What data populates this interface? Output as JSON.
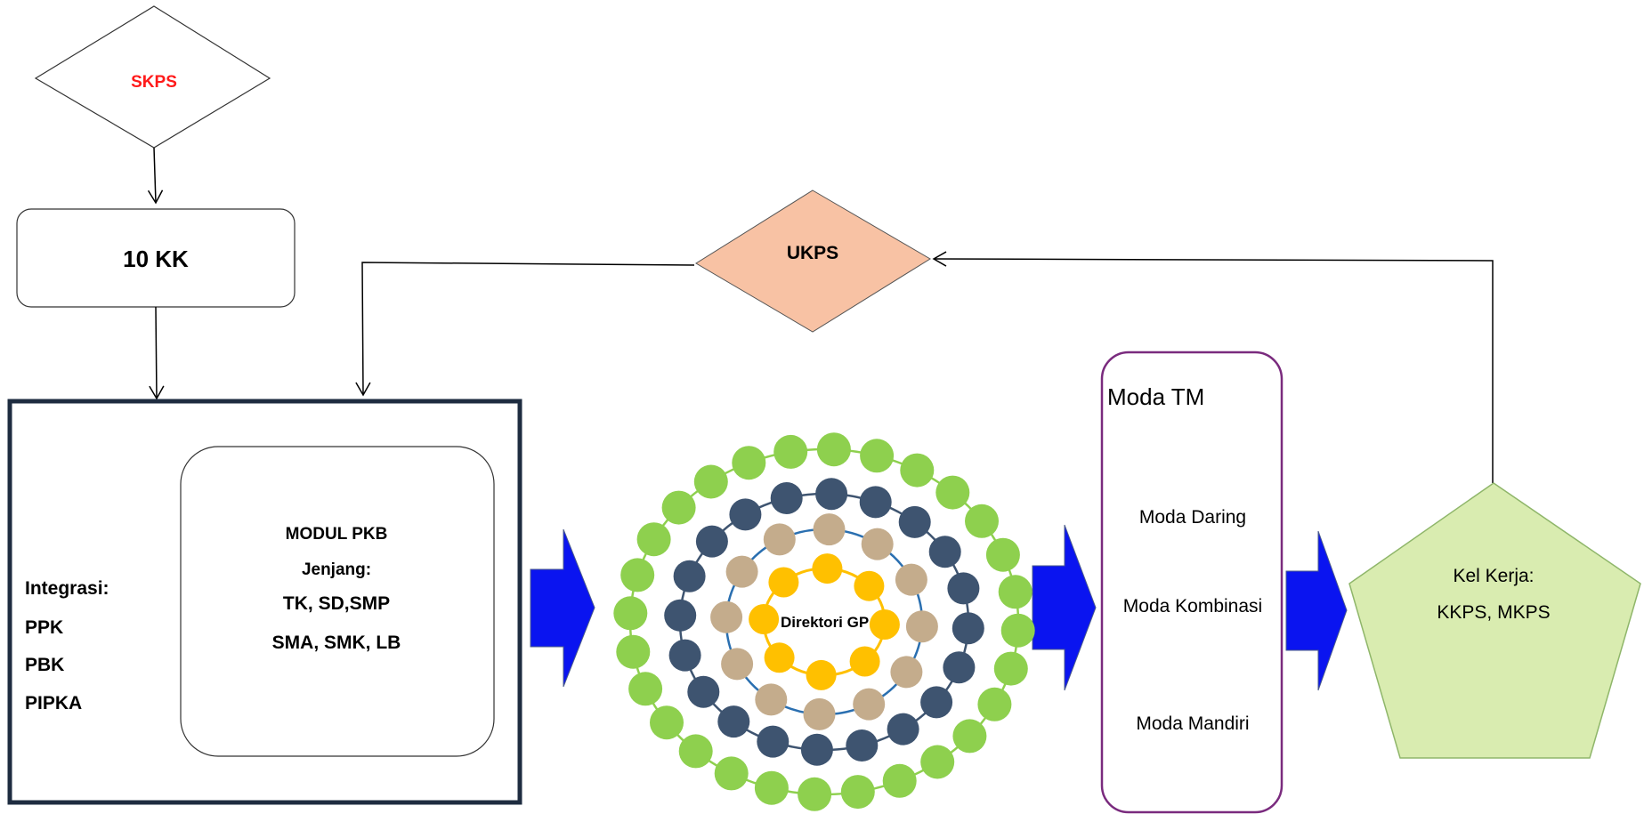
{
  "skps": {
    "label": "SKPS",
    "color": "#ff1a1a"
  },
  "kk": {
    "label": "10 KK"
  },
  "ukps": {
    "label": "UKPS",
    "fill": "#f8c2a4"
  },
  "integrasi": {
    "heading": "Integrasi:",
    "items": [
      "PPK",
      "PBK",
      "PIPKA"
    ]
  },
  "modul": {
    "title": "MODUL PKB",
    "jenjang_label": "Jenjang:",
    "line1": "TK, SD,SMP",
    "line2": "SMA, SMK, LB"
  },
  "direktori": {
    "label": "Direktori GP"
  },
  "moda": {
    "title": "Moda TM",
    "items": [
      "Moda Daring",
      "Moda Kombinasi",
      "Moda Mandiri"
    ],
    "border_color": "#7a2b7e"
  },
  "kelompok": {
    "line1": "Kel Kerja:",
    "line2": "KKPS, MKPS",
    "fill": "#d9ecb0"
  },
  "colors": {
    "arrow_blue": "#0a14f0",
    "ring_green": "#8ed04e",
    "ring_navy": "#3e5470",
    "ring_tan": "#c4ac8c",
    "ring_gold": "#ffc000",
    "frame_dark": "#1e2c40"
  },
  "icons": {
    "flow_arrow": "big-blue-right-arrow-icon",
    "connector": "open-arrowhead-icon"
  }
}
